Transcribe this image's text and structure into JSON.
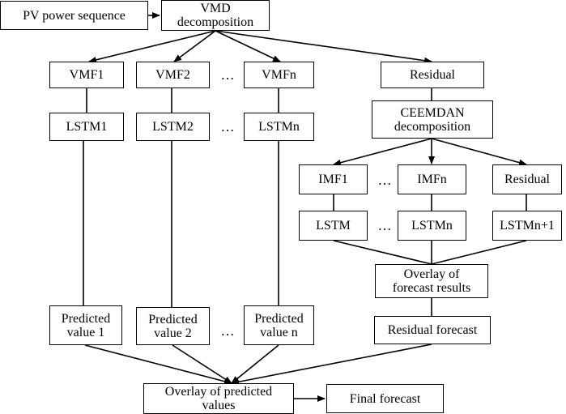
{
  "nodes": {
    "pv_sequence": "PV power sequence",
    "vmd": "VMD\ndecomposition",
    "vmf1": "VMF1",
    "vmf2": "VMF2",
    "vmfn": "VMFn",
    "residual_top": "Residual",
    "lstm1": "LSTM1",
    "lstm2": "LSTM2",
    "lstmn": "LSTMn",
    "ceemdan": "CEEMDAN\ndecomposition",
    "imf1": "IMF1",
    "imfn": "IMFn",
    "residual_mid": "Residual",
    "lstm_sub1": "LSTM",
    "lstm_subn": "LSTMn",
    "lstm_subn1": "LSTMn+1",
    "overlay_forecast": "Overlay of\nforecast results",
    "residual_forecast": "Residual forecast",
    "pred1": "Predicted\nvalue 1",
    "pred2": "Predicted\nvalue 2",
    "predn": "Predicted\nvalue n",
    "overlay_predicted": "Overlay of predicted\nvalues",
    "final_forecast": "Final forecast"
  },
  "ellipsis": "…"
}
